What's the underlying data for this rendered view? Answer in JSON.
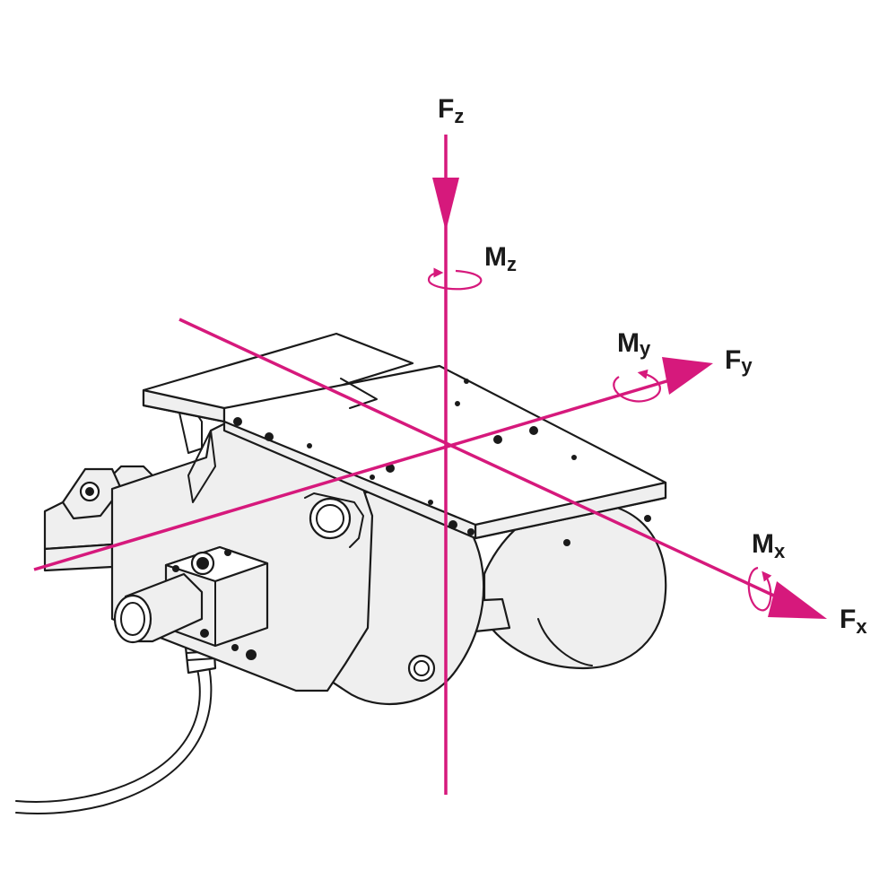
{
  "diagram": {
    "accent_color": "#d6197c",
    "line_color": "#1a1a1a",
    "axes": [
      {
        "force": "F",
        "force_sub": "z",
        "moment": "M",
        "moment_sub": "z"
      },
      {
        "force": "F",
        "force_sub": "y",
        "moment": "M",
        "moment_sub": "y"
      },
      {
        "force": "F",
        "force_sub": "x",
        "moment": "M",
        "moment_sub": "x"
      }
    ]
  }
}
